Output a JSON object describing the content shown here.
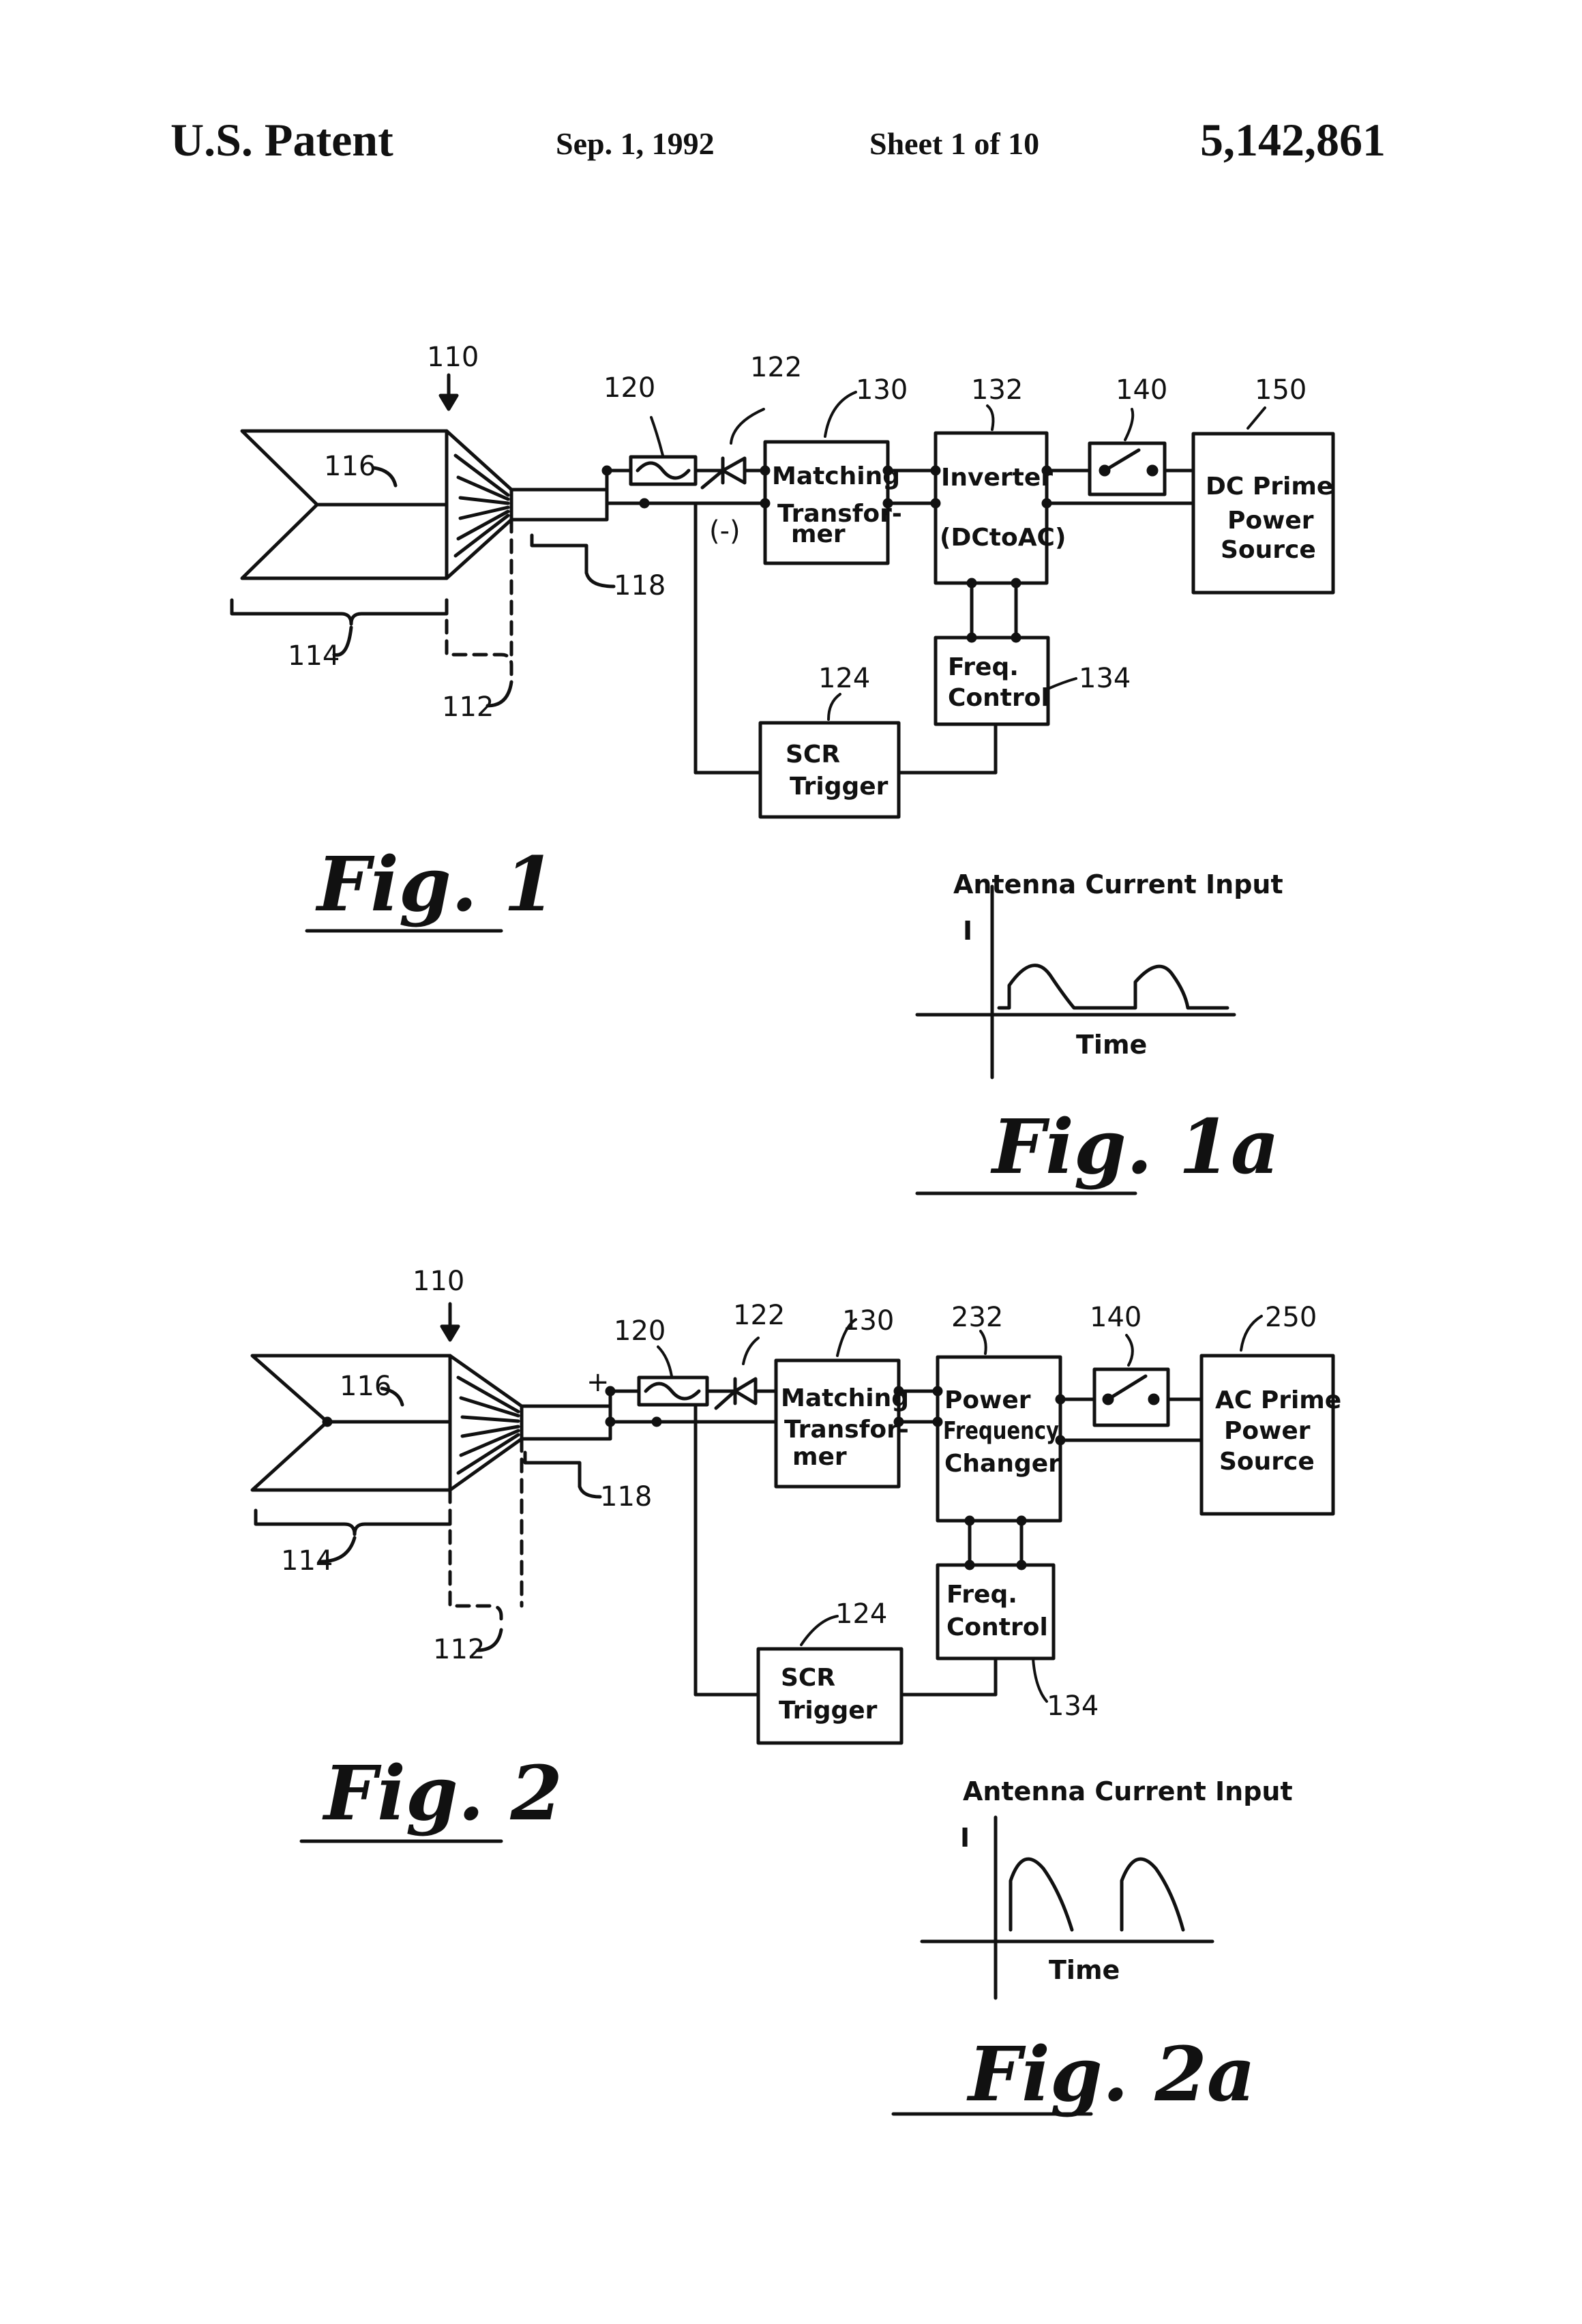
{
  "header": {
    "title": "U.S. Patent",
    "date": "Sep. 1, 1992",
    "sheet": "Sheet 1 of 10",
    "patent_number": "5,142,861"
  },
  "fig1": {
    "caption": "Fig. 1",
    "refs": {
      "r110": "110",
      "r116": "116",
      "r114": "114",
      "r112": "112",
      "r118": "118",
      "r120": "120",
      "r122": "122",
      "r130": "130",
      "r132": "132",
      "r140": "140",
      "r150": "150",
      "r124": "124",
      "r134": "134"
    },
    "polarity": "(-)",
    "boxes": {
      "matching": [
        "Matching",
        "Transfor-",
        "mer"
      ],
      "inverter": [
        "Inverter",
        "(DCtoAC)"
      ],
      "power_source": [
        "DC Prime",
        "Power",
        "Source"
      ],
      "freq_control": [
        "Freq.",
        "Control"
      ],
      "scr_trigger": [
        "SCR",
        "Trigger"
      ]
    }
  },
  "fig1a": {
    "caption": "Fig. 1a",
    "title": "Antenna Current Input",
    "ylabel": "I",
    "xlabel": "Time"
  },
  "fig2": {
    "caption": "Fig. 2",
    "refs": {
      "r110": "110",
      "r116": "116",
      "r114": "114",
      "r112": "112",
      "r118": "118",
      "r120": "120",
      "r122": "122",
      "r130": "130",
      "r232": "232",
      "r140": "140",
      "r250": "250",
      "r124": "124",
      "r134": "134"
    },
    "polarity": "+",
    "boxes": {
      "matching": [
        "Matching",
        "Transfor-",
        "mer"
      ],
      "changer": [
        "Power",
        "Frequency",
        "Changer"
      ],
      "power_source": [
        "AC Prime",
        "Power",
        "Source"
      ],
      "freq_control": [
        "Freq.",
        "Control"
      ],
      "scr_trigger": [
        "SCR",
        "Trigger"
      ]
    }
  },
  "fig2a": {
    "caption": "Fig. 2a",
    "title": "Antenna Current Input",
    "ylabel": "I",
    "xlabel": "Time"
  }
}
